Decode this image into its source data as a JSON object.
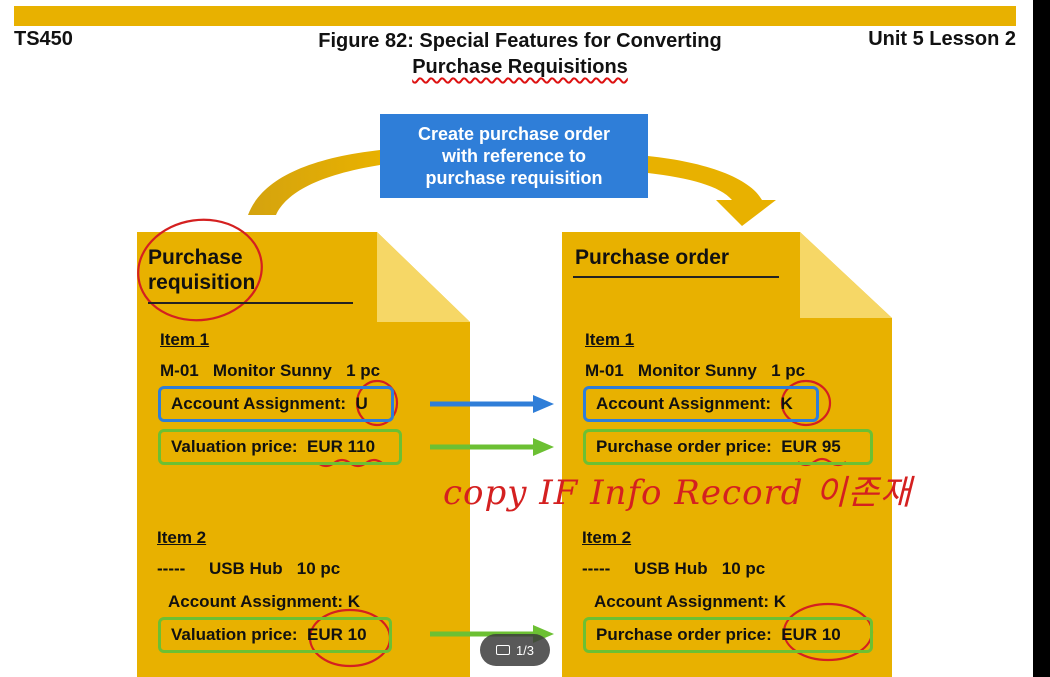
{
  "header": {
    "course": "TS450",
    "title_line1": "Figure 82: Special Features for Converting",
    "title_line2": "Purchase Requisitions",
    "unit": "Unit 5 Lesson 2"
  },
  "center_box": {
    "line1": "Create purchase order",
    "line2": "with reference to",
    "line3": "purchase requisition"
  },
  "requisition": {
    "title_line1": "Purchase",
    "title_line2": "requisition",
    "item1": {
      "heading": "Item 1",
      "material": "M-01",
      "description": "Monitor Sunny",
      "quantity": "1 pc",
      "account_label": "Account Assignment:",
      "account_value": "U",
      "price_label": "Valuation price:",
      "price_value": "EUR 110"
    },
    "item2": {
      "heading": "Item 2",
      "material": "-----",
      "description": "USB Hub",
      "quantity": "10 pc",
      "account_text": "Account Assignment: K",
      "price_label": "Valuation price:",
      "price_value": "EUR 10"
    }
  },
  "order": {
    "title": "Purchase order",
    "item1": {
      "heading": "Item 1",
      "material": "M-01",
      "description": "Monitor Sunny",
      "quantity": "1 pc",
      "account_label": "Account Assignment:",
      "account_value": "K",
      "price_label": "Purchase order price:",
      "price_value": "EUR 95"
    },
    "item2": {
      "heading": "Item 2",
      "material": "-----",
      "description": "USB Hub",
      "quantity": "10 pc",
      "account_text": "Account Assignment: K",
      "price_label": "Purchase order price:",
      "price_value": "EUR 10"
    }
  },
  "annotation": {
    "handwriting": "copy IF Info Record 이존재"
  },
  "pager": {
    "text": "1/3"
  },
  "colors": {
    "gold": "#e8b100",
    "blue": "#2f7ed8",
    "green": "#6cc033",
    "ink_red": "#d42020"
  }
}
